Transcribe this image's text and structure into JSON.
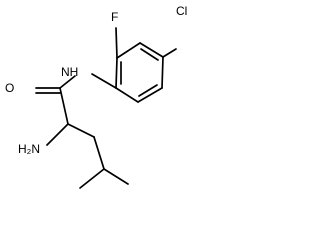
{
  "molecule": {
    "atom_labels": {
      "fluorine": "F",
      "chlorine": "Cl",
      "amide_nitrogen": "NH",
      "carbonyl_oxygen": "O",
      "amine_group": "H₂N"
    }
  }
}
